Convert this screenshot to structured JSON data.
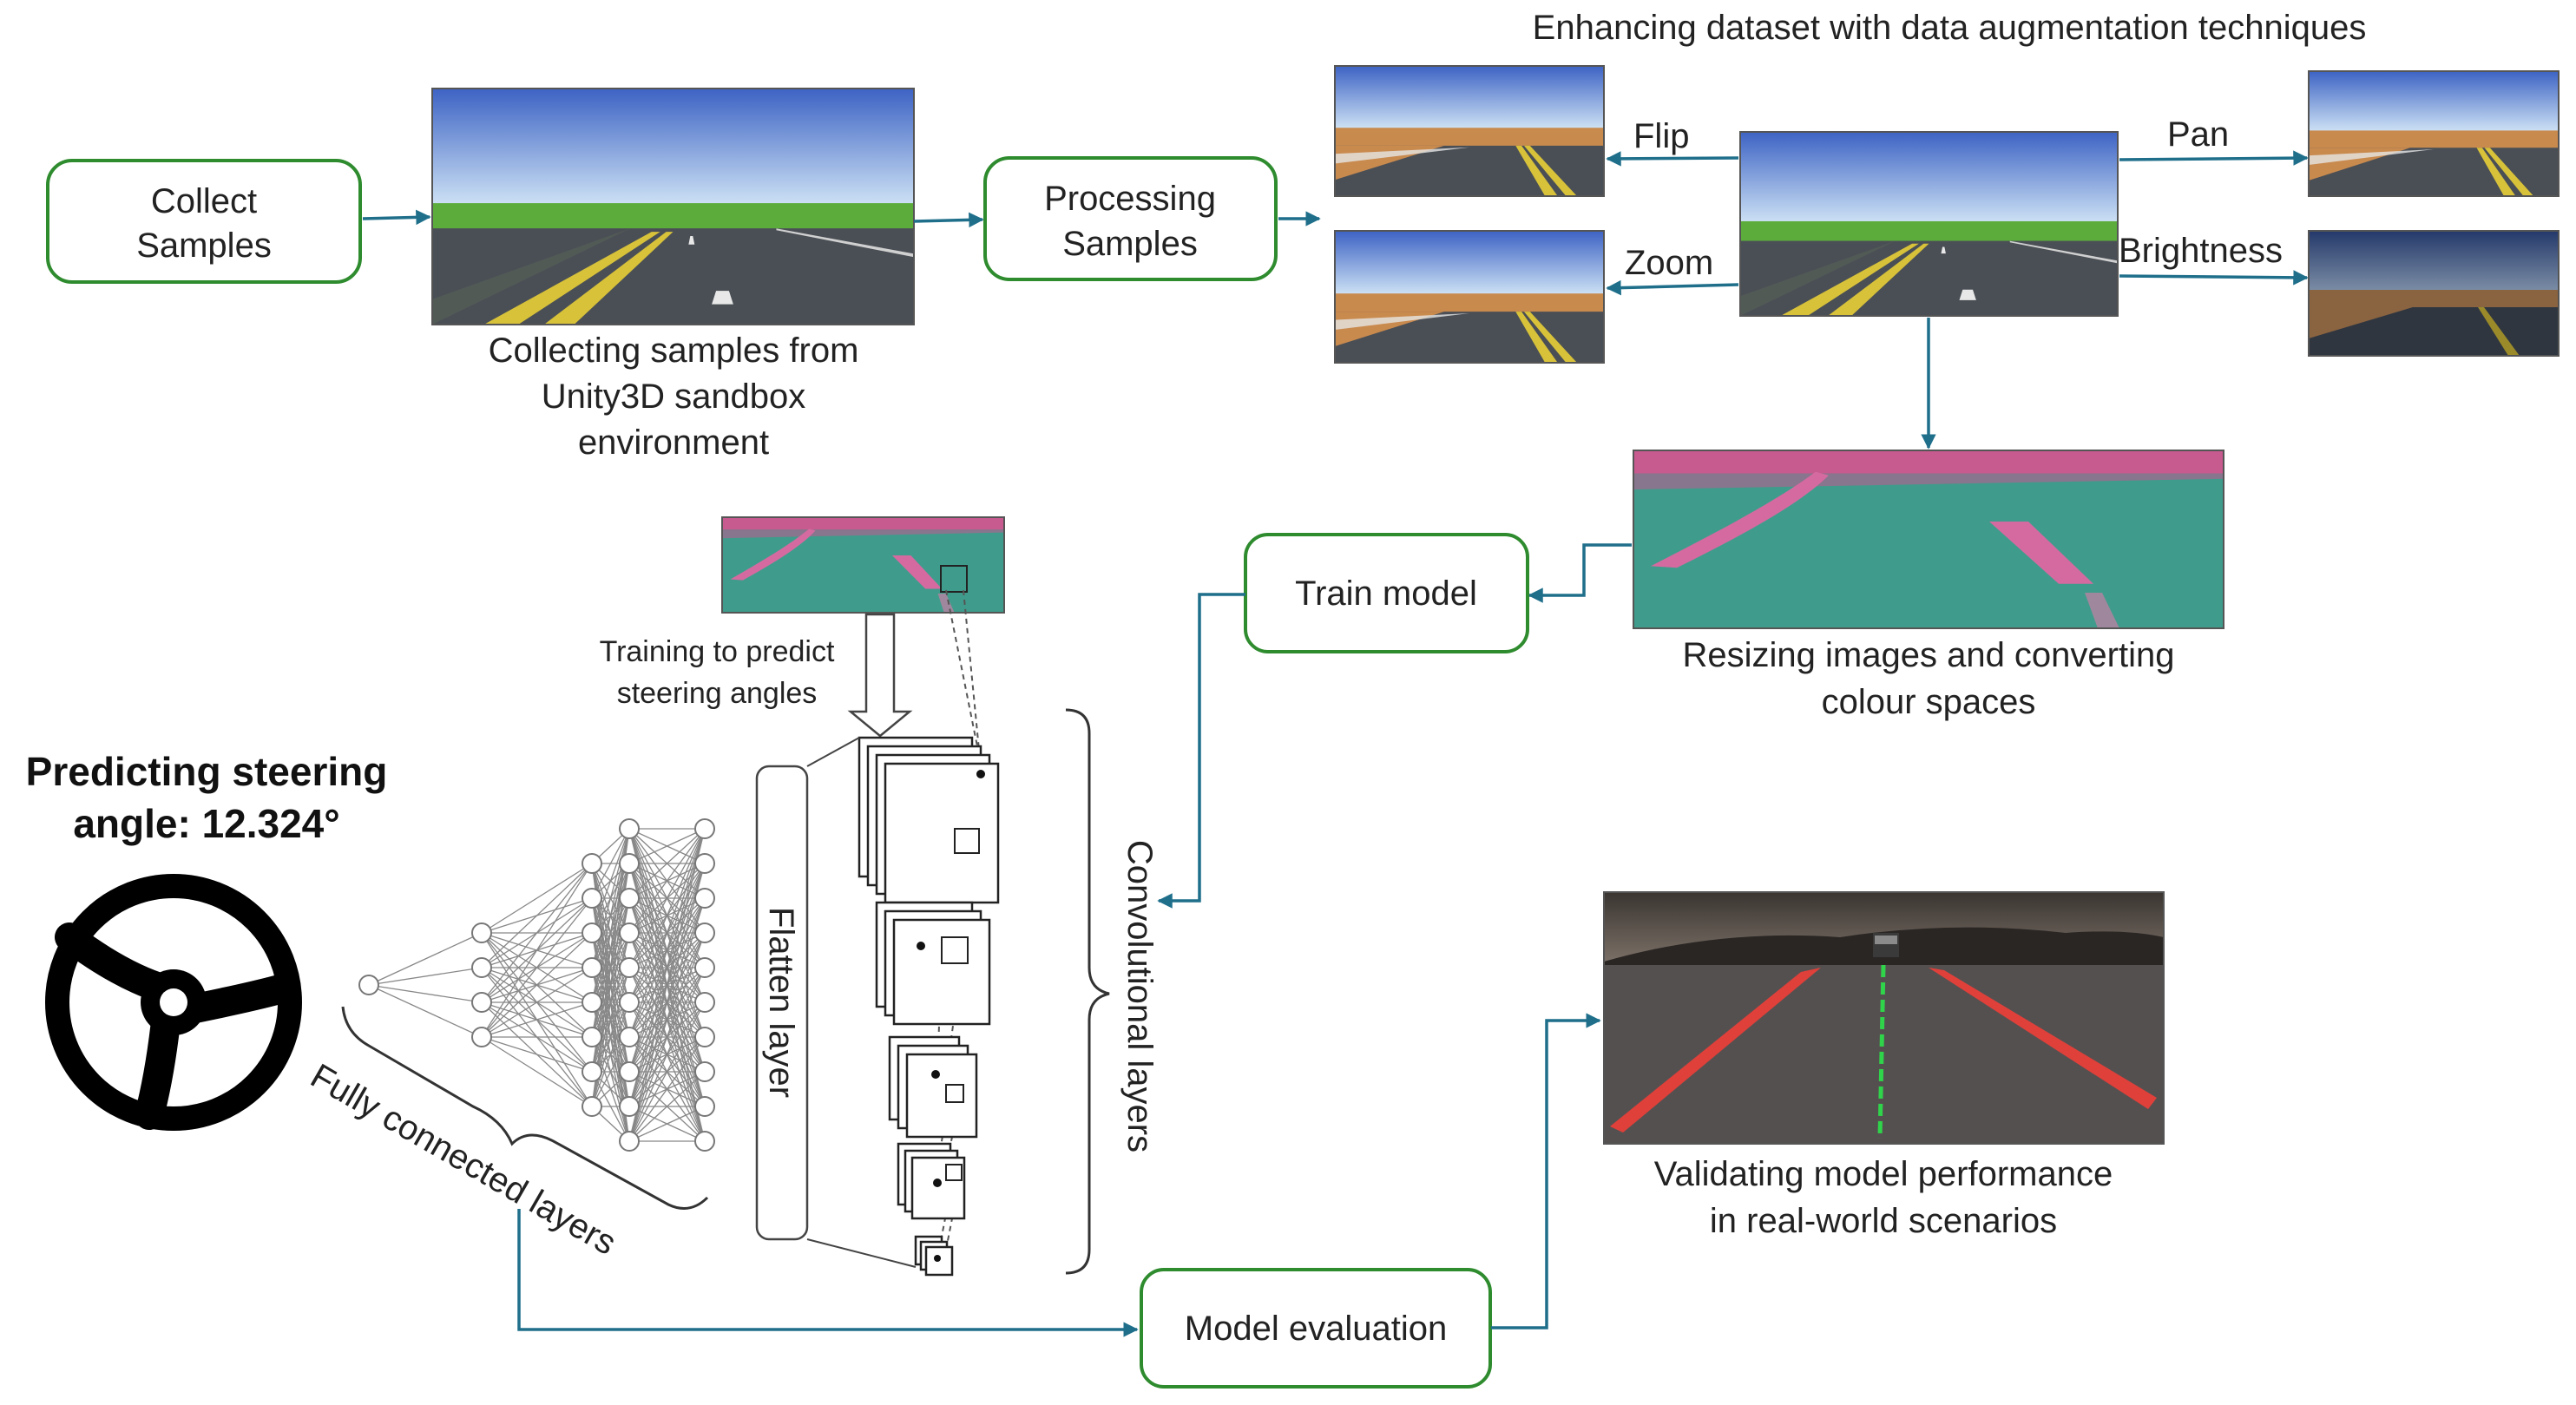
{
  "steps": {
    "collect": [
      "Collect",
      "Samples"
    ],
    "processing": [
      "Processing",
      "Samples"
    ],
    "train": "Train model",
    "evaluation": "Model evaluation"
  },
  "captions": {
    "collecting": [
      "Collecting samples from",
      "Unity3D sandbox",
      "environment"
    ],
    "augmentation_title": "Enhancing dataset with data augmentation techniques",
    "resizing": [
      "Resizing images and converting",
      "colour spaces"
    ],
    "validating": [
      "Validating model performance",
      "in real-world scenarios"
    ],
    "training": [
      "Training to predict",
      "steering angles"
    ]
  },
  "augmentations": {
    "flip": "Flip",
    "zoom": "Zoom",
    "pan": "Pan",
    "brightness": "Brightness"
  },
  "network": {
    "flatten": "Flatten layer",
    "conv": "Convolutional layers",
    "fc": "Fully connected layers"
  },
  "prediction": [
    "Predicting steering",
    "angle: 12.324°"
  ],
  "colors": {
    "box_border": "#2e8b2e",
    "arrow": "#1f6f8b",
    "sky": "#6f9ee0",
    "grass": "#5cac3c",
    "road": "#4a4f55",
    "yuv_teal": "#3f9c8c",
    "yuv_pink": "#c75a8e",
    "lane_red": "#e0403a"
  }
}
